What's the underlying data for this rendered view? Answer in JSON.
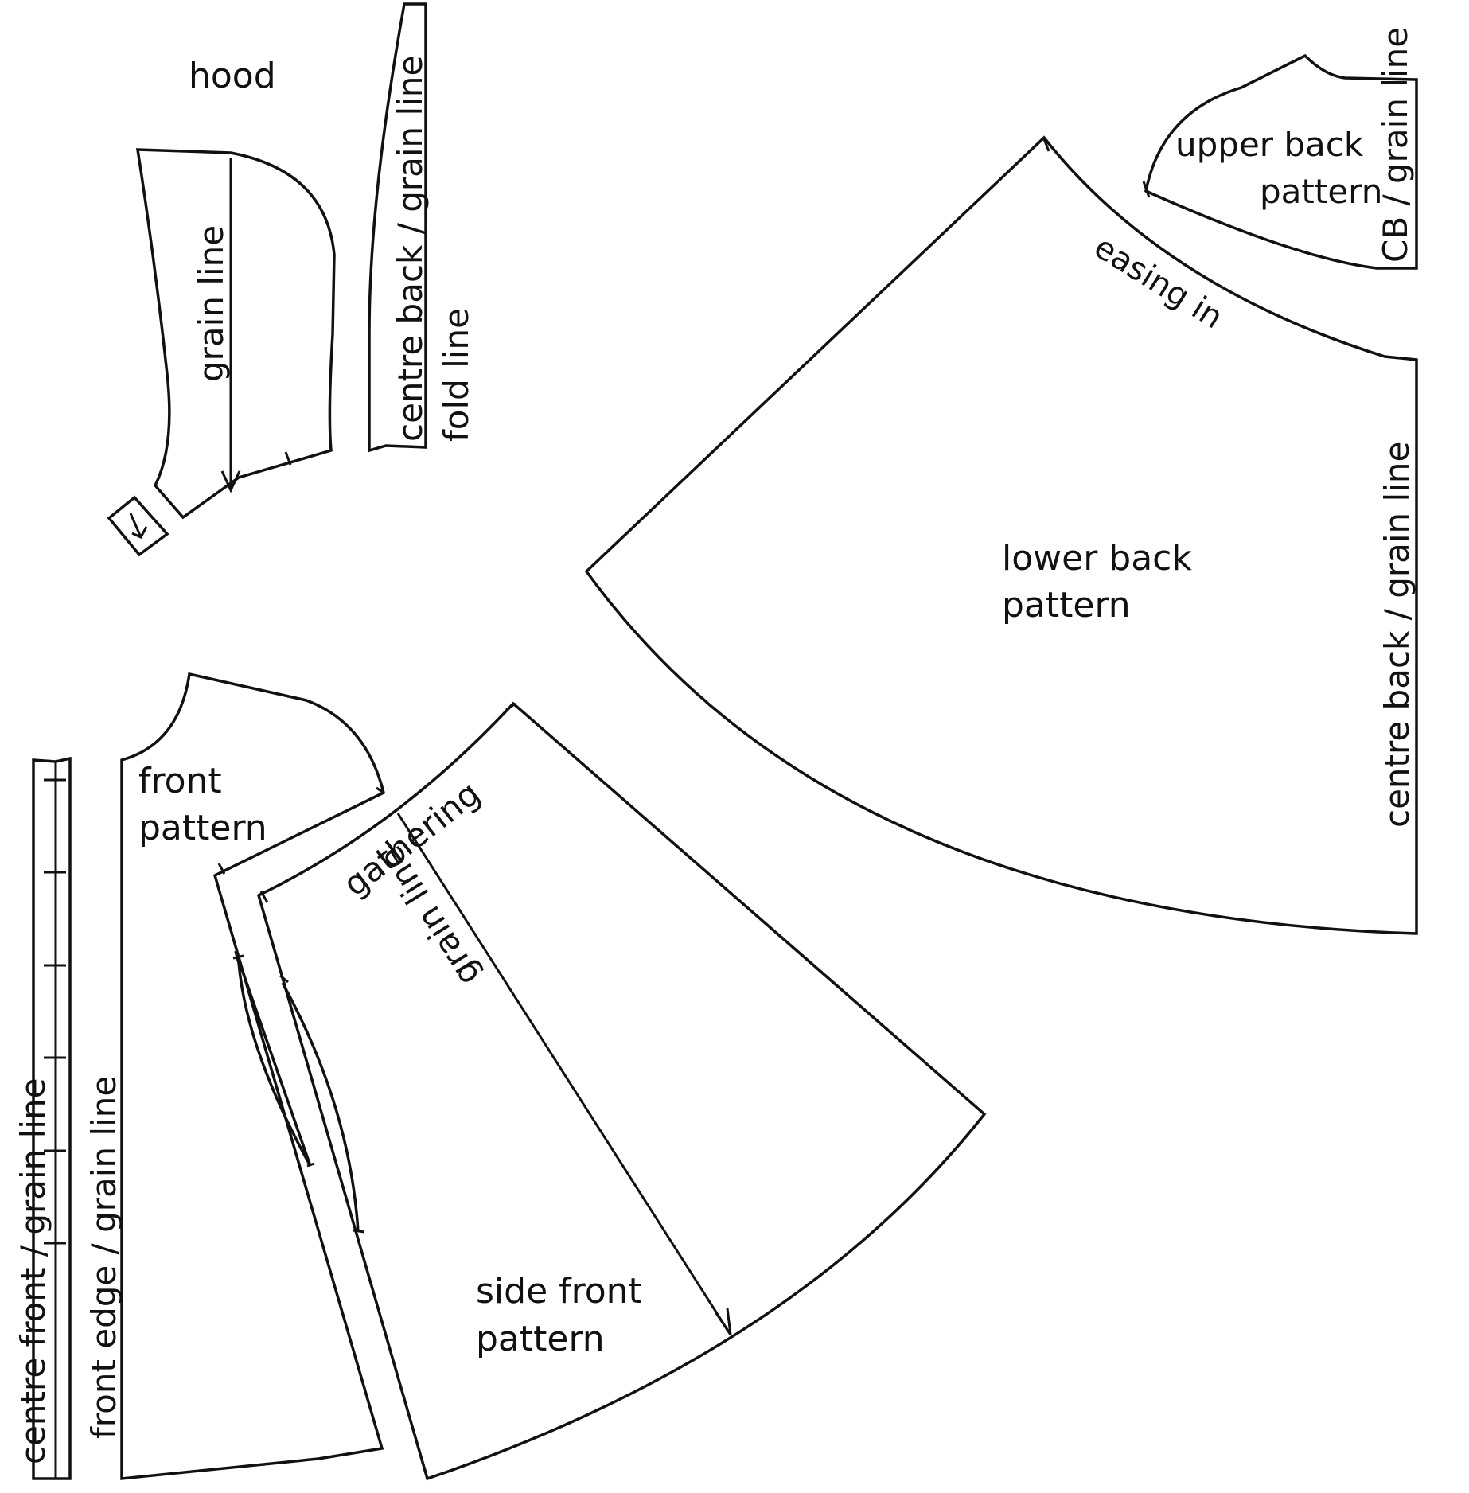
{
  "colors": {
    "line": "#111111",
    "background": "#ffffff"
  },
  "labels": {
    "hood": "hood",
    "hood_grain": "grain line",
    "cb_strip": "centre back / grain line",
    "fold_line": "fold line",
    "upper_back_1": "upper back",
    "upper_back_2": "pattern",
    "upper_back_cb": "CB / grain line",
    "easing_in": "easing in",
    "lower_back_1": "lower back",
    "lower_back_2": "pattern",
    "lower_back_cb": "centre back / grain line",
    "front_1": "front",
    "front_2": "pattern",
    "gathering": "gathering",
    "side_front_grain": "grain line",
    "side_front_1": "side front",
    "side_front_2": "pattern",
    "centre_front": "centre front / grain line",
    "front_edge": "front edge / grain line"
  }
}
